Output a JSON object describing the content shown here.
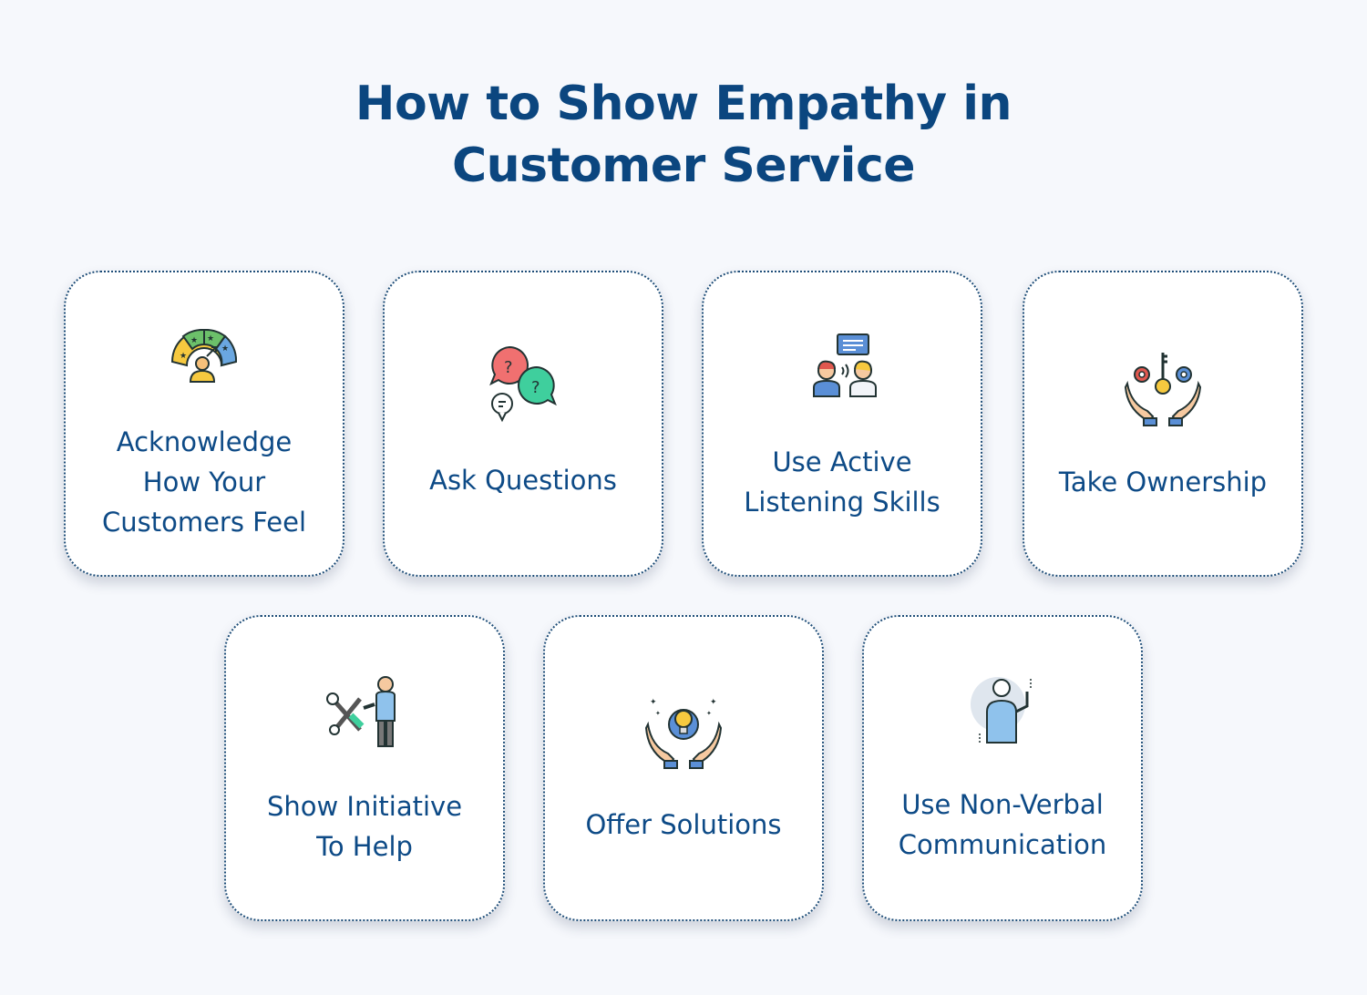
{
  "title": {
    "line1": "How to Show Empathy in",
    "line2": "Customer Service"
  },
  "cards": [
    {
      "icon": "rating-gauge-icon",
      "lines": [
        "Acknowledge",
        "How Your",
        "Customers Feel"
      ]
    },
    {
      "icon": "question-bubbles-icon",
      "lines": [
        "Ask Questions"
      ]
    },
    {
      "icon": "active-listening-icon",
      "lines": [
        "Use Active",
        "Listening Skills"
      ]
    },
    {
      "icon": "hands-key-gears-icon",
      "lines": [
        "Take Ownership"
      ]
    },
    {
      "icon": "person-tools-icon",
      "lines": [
        "Show Initiative",
        "To Help"
      ]
    },
    {
      "icon": "hands-lightbulb-icon",
      "lines": [
        "Offer Solutions"
      ]
    },
    {
      "icon": "person-gesture-icon",
      "lines": [
        "Use Non-Verbal",
        "Communication"
      ]
    }
  ],
  "colors": {
    "background": "#f6f8fc",
    "title": "#0b467f",
    "label": "#0d4a86",
    "border": "#1e4d78"
  }
}
